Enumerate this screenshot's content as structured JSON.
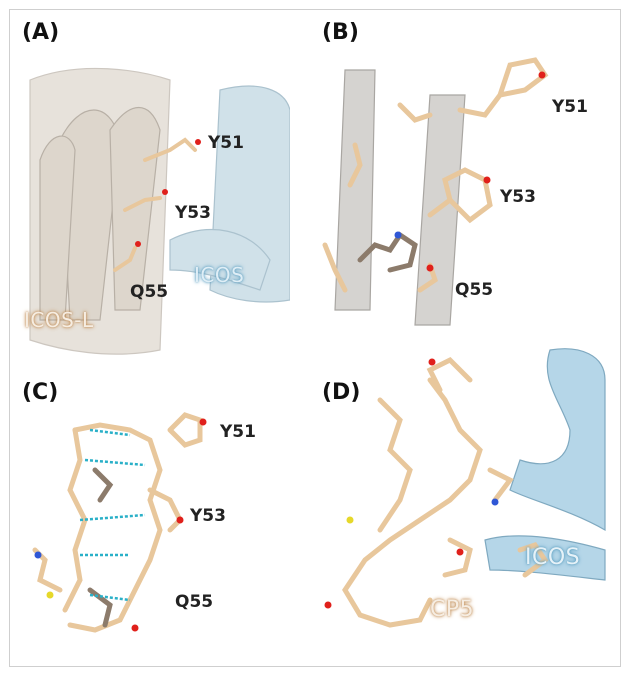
{
  "panels": {
    "a": {
      "label": "(A)",
      "residues": [
        "Y51",
        "Y53",
        "Q55"
      ],
      "proteins": [
        "ICOS",
        "ICOS-L"
      ]
    },
    "b": {
      "label": "(B)",
      "residues": [
        "Y51",
        "Y53",
        "Q55"
      ]
    },
    "c": {
      "label": "(C)",
      "residues": [
        "Y51",
        "Y53",
        "Q55"
      ]
    },
    "d": {
      "label": "(D)",
      "proteins": [
        "ICOS",
        "CP5"
      ]
    }
  },
  "colors": {
    "peptide": "#e8c79c",
    "icos": "#a9cde0",
    "icosl": "#d9d2c8",
    "oxygen": "#e0201b",
    "nitrogen": "#2f57d6",
    "sulfur": "#e6d82a",
    "hbond": "#2ab0c8"
  }
}
